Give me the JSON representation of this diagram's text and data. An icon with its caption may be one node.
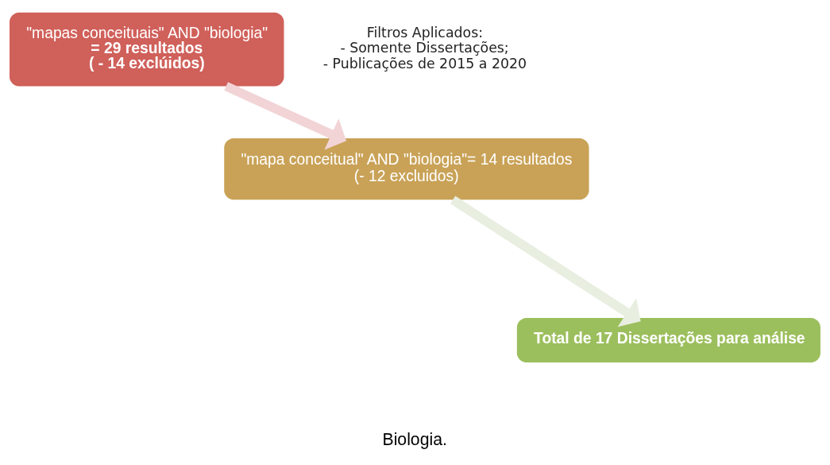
{
  "diagram": {
    "caption": "Biologia.",
    "nodes": [
      {
        "text": [
          "\"mapas conceituais\" AND \"biologia\"",
          "= 29 resultados",
          "( - 14 exclúidos)"
        ]
      },
      {
        "text": [
          "\"mapa conceitual\" AND \"biologia\"= 14 resultados",
          "(- 12 excluidos)"
        ]
      },
      {
        "text": [
          "Total de 17 Dissertações para análise"
        ]
      }
    ],
    "edges": [
      {
        "from": 0,
        "to": 1,
        "arrow": "to",
        "color": "#f2d4d6"
      },
      {
        "from": 1,
        "to": 2,
        "arrow": "to",
        "color": "#e8eee0"
      }
    ],
    "labels": [
      "Filtros Aplicados:",
      "- Somente Dissertações;",
      "- Publicações de 2015 a 2020"
    ]
  }
}
